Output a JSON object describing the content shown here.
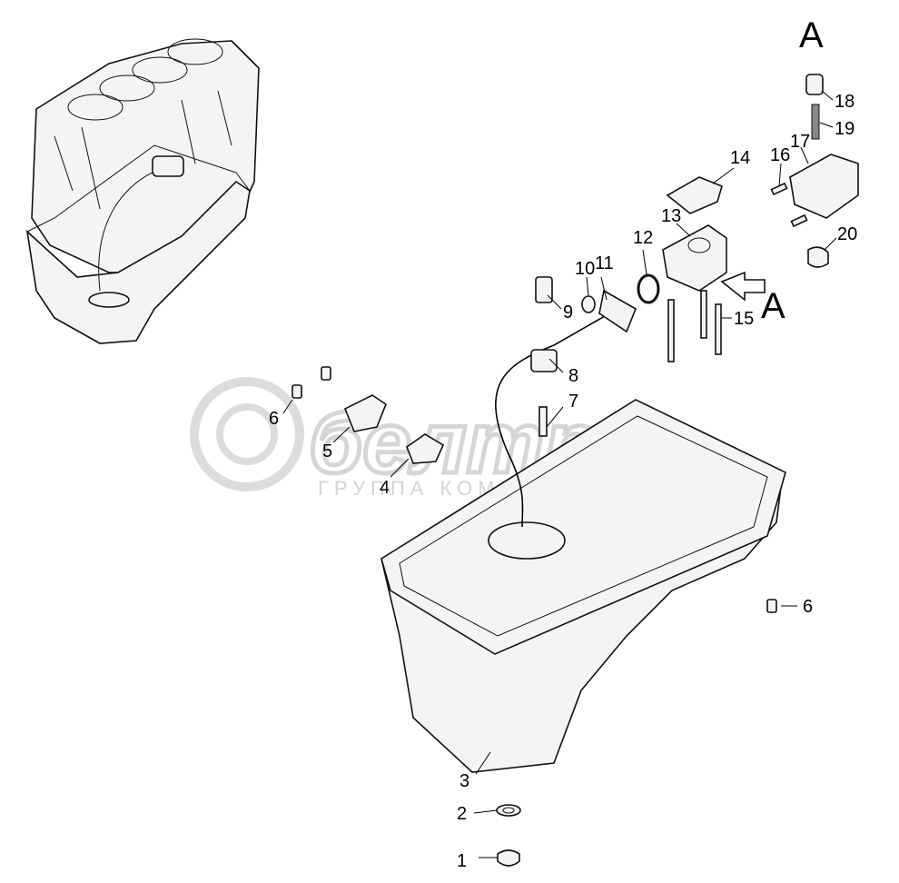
{
  "view_letter": "A",
  "watermark": {
    "brand": "белтро",
    "tagline": "ГРУППА КОМПАНИЙ"
  },
  "callouts": [
    {
      "id": "c1",
      "text": "1"
    },
    {
      "id": "c2",
      "text": "2"
    },
    {
      "id": "c3",
      "text": "3"
    },
    {
      "id": "c4",
      "text": "4"
    },
    {
      "id": "c5",
      "text": "5"
    },
    {
      "id": "c6a",
      "text": "6"
    },
    {
      "id": "c6b",
      "text": "6"
    },
    {
      "id": "c7",
      "text": "7"
    },
    {
      "id": "c8",
      "text": "8"
    },
    {
      "id": "c9",
      "text": "9"
    },
    {
      "id": "c10",
      "text": "10"
    },
    {
      "id": "c11",
      "text": "11"
    },
    {
      "id": "c12",
      "text": "12"
    },
    {
      "id": "c13",
      "text": "13"
    },
    {
      "id": "c14",
      "text": "14"
    },
    {
      "id": "c15",
      "text": "15"
    },
    {
      "id": "c16",
      "text": "16"
    },
    {
      "id": "c17",
      "text": "17"
    },
    {
      "id": "c18",
      "text": "18"
    },
    {
      "id": "c19",
      "text": "19"
    },
    {
      "id": "c20",
      "text": "20"
    }
  ]
}
